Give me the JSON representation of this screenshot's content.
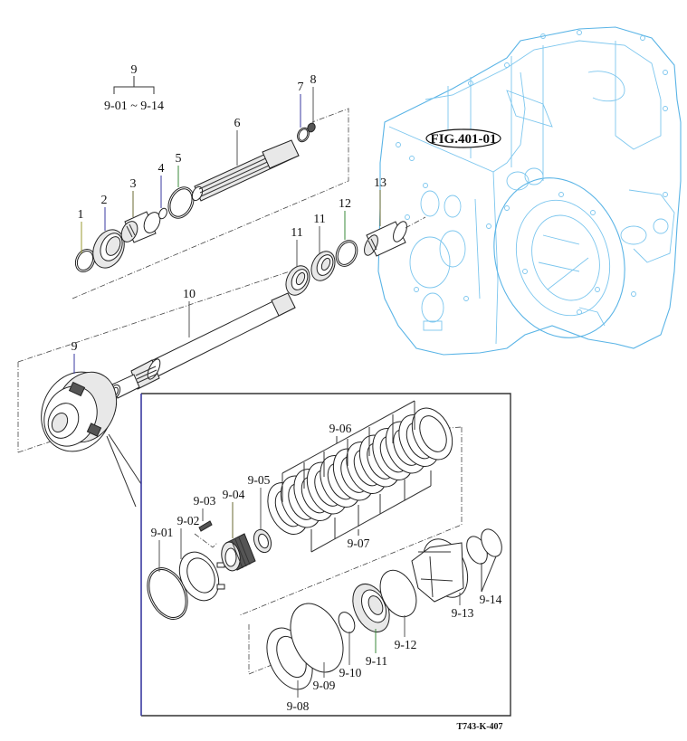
{
  "figure": {
    "reference_callout": "FIG.401-01",
    "drawing_code": "T743-K-407",
    "assembly_header": {
      "parent": "9",
      "range": "9-01 ~ 9-14"
    }
  },
  "colors": {
    "housing_line": "#5ab4e6",
    "part_line": "#222222",
    "inset_border_left": "#3a3aa0",
    "inset_border": "#333333"
  },
  "callouts": {
    "main": [
      {
        "id": "1",
        "label": "1",
        "leader_color": "#9a9a30"
      },
      {
        "id": "2",
        "label": "2",
        "leader_color": "#3a3aa0"
      },
      {
        "id": "3",
        "label": "3",
        "leader_color": "#6a6a30"
      },
      {
        "id": "4",
        "label": "4",
        "leader_color": "#3a3aa0"
      },
      {
        "id": "5",
        "label": "5",
        "leader_color": "#3a8a3a"
      },
      {
        "id": "6",
        "label": "6",
        "leader_color": "#555555"
      },
      {
        "id": "7",
        "label": "7",
        "leader_color": "#3a3aa0"
      },
      {
        "id": "8",
        "label": "8",
        "leader_color": "#555555"
      },
      {
        "id": "9",
        "label": "9",
        "leader_color": "#3a3aa0"
      },
      {
        "id": "10",
        "label": "10",
        "leader_color": "#555555"
      },
      {
        "id": "11a",
        "label": "11",
        "leader_color": "#555555"
      },
      {
        "id": "11b",
        "label": "11",
        "leader_color": "#555555"
      },
      {
        "id": "12",
        "label": "12",
        "leader_color": "#3a8a3a"
      },
      {
        "id": "13",
        "label": "13",
        "leader_color": "#6a6a30"
      }
    ],
    "inset": [
      {
        "id": "9-01",
        "label": "9-01"
      },
      {
        "id": "9-02",
        "label": "9-02"
      },
      {
        "id": "9-03",
        "label": "9-03"
      },
      {
        "id": "9-04",
        "label": "9-04"
      },
      {
        "id": "9-05",
        "label": "9-05"
      },
      {
        "id": "9-06",
        "label": "9-06"
      },
      {
        "id": "9-07",
        "label": "9-07"
      },
      {
        "id": "9-08",
        "label": "9-08"
      },
      {
        "id": "9-09",
        "label": "9-09"
      },
      {
        "id": "9-10",
        "label": "9-10"
      },
      {
        "id": "9-11",
        "label": "9-11"
      },
      {
        "id": "9-12",
        "label": "9-12"
      },
      {
        "id": "9-13",
        "label": "9-13"
      },
      {
        "id": "9-14",
        "label": "9-14"
      }
    ]
  }
}
